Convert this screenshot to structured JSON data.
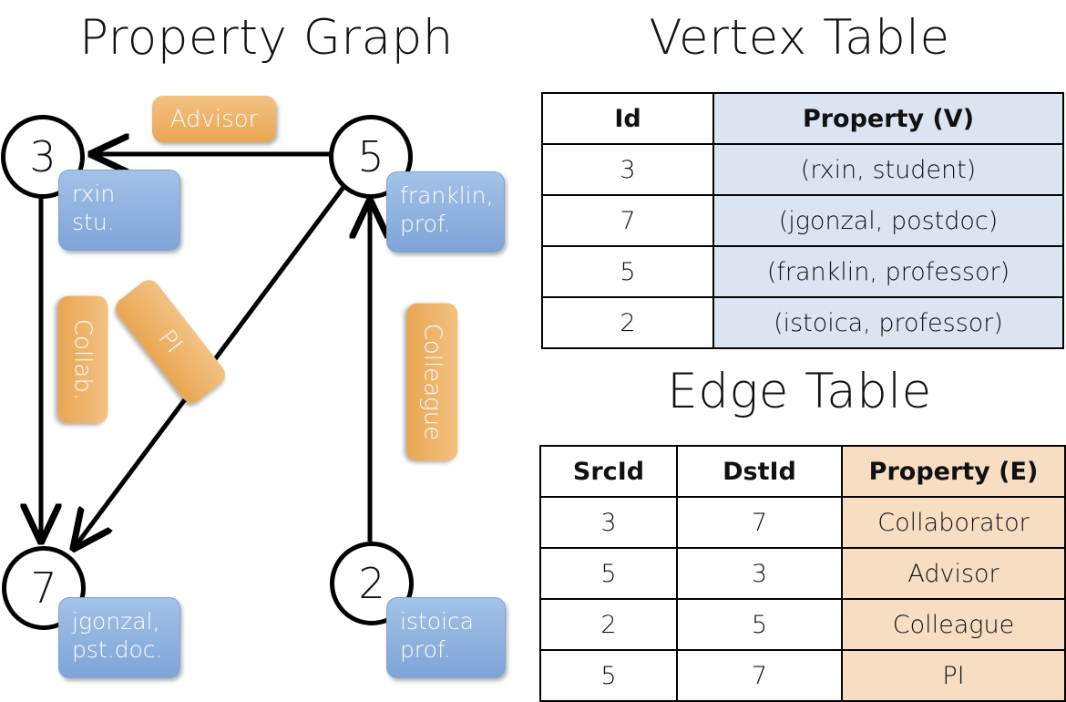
{
  "titles": {
    "property_graph": "Property Graph",
    "vertex_table": "Vertex Table",
    "edge_table": "Edge Table"
  },
  "graph": {
    "nodes": [
      {
        "id": "3",
        "property": "rxin\nstu."
      },
      {
        "id": "5",
        "property": "franklin,\nprof."
      },
      {
        "id": "7",
        "property": "jgonzal,\npst.doc."
      },
      {
        "id": "2",
        "property": "istoica\nprof."
      }
    ],
    "node_labels": {
      "n3": "3",
      "n5": "5",
      "n7": "7",
      "n2": "2"
    },
    "node_props": {
      "n3_line1": "rxin",
      "n3_line2": "stu.",
      "n5_line1": "franklin,",
      "n5_line2": "prof.",
      "n7_line1": "jgonzal,",
      "n7_line2": "pst.doc.",
      "n2_line1": "istoica",
      "n2_line2": "prof."
    },
    "edge_labels": {
      "advisor": "Advisor",
      "collab": "Collab.",
      "pi": "PI",
      "colleague": "Colleague"
    }
  },
  "vertex_table": {
    "headers": [
      "Id",
      "Property (V)"
    ],
    "rows": [
      {
        "id": "3",
        "property": "(rxin, student)"
      },
      {
        "id": "7",
        "property": "(jgonzal, postdoc)"
      },
      {
        "id": "5",
        "property": "(franklin, professor)"
      },
      {
        "id": "2",
        "property": "(istoica, professor)"
      }
    ]
  },
  "edge_table": {
    "headers": [
      "SrcId",
      "DstId",
      "Property (E)"
    ],
    "rows": [
      {
        "src": "3",
        "dst": "7",
        "property": "Collaborator"
      },
      {
        "src": "5",
        "dst": "3",
        "property": "Advisor"
      },
      {
        "src": "2",
        "dst": "5",
        "property": "Colleague"
      },
      {
        "src": "5",
        "dst": "7",
        "property": "PI"
      }
    ]
  },
  "colors": {
    "vertex_fill": "#dbe5f1",
    "edge_fill": "#f7ddc2",
    "vertex_badge": "#93b4e0",
    "edge_badge": "#eeb46a",
    "stroke": "#000000",
    "background": "#ffffff"
  },
  "chart_data": {
    "type": "diagram",
    "title": "Property Graph",
    "vertices": [
      {
        "id": 3,
        "name": "rxin",
        "role": "student"
      },
      {
        "id": 7,
        "name": "jgonzal",
        "role": "postdoc"
      },
      {
        "id": 5,
        "name": "franklin",
        "role": "professor"
      },
      {
        "id": 2,
        "name": "istoica",
        "role": "professor"
      }
    ],
    "edges": [
      {
        "src": 3,
        "dst": 7,
        "property": "Collaborator"
      },
      {
        "src": 5,
        "dst": 3,
        "property": "Advisor"
      },
      {
        "src": 2,
        "dst": 5,
        "property": "Colleague"
      },
      {
        "src": 5,
        "dst": 7,
        "property": "PI"
      }
    ]
  }
}
